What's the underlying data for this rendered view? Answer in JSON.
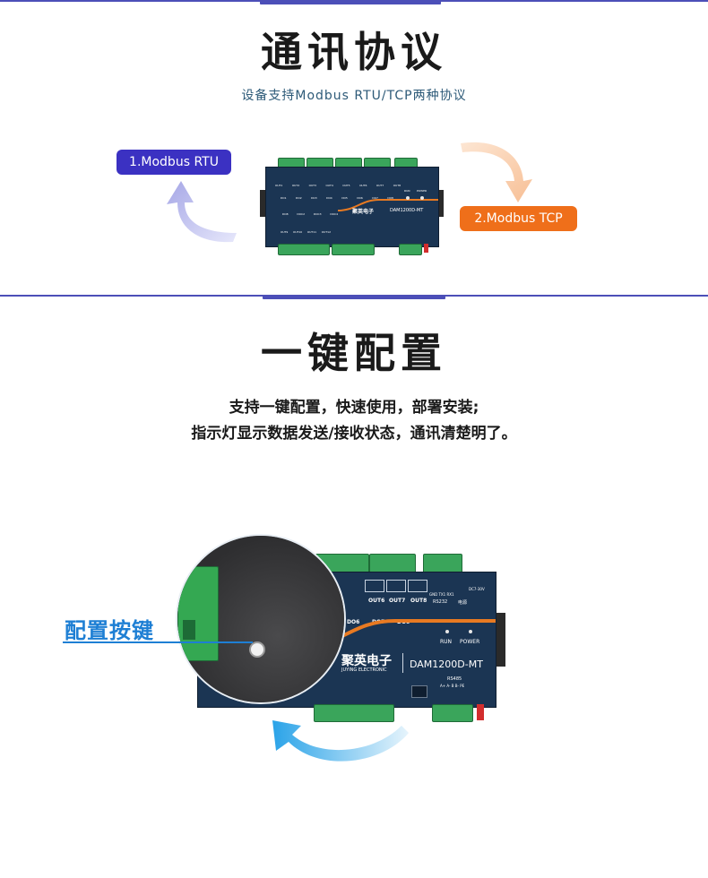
{
  "section1": {
    "title": "通讯协议",
    "subtitle": "设备支持Modbus RTU/TCP两种协议",
    "label_rtu": "1.Modbus RTU",
    "label_tcp": "2.Modbus TCP"
  },
  "section2": {
    "title": "一键配置",
    "desc_line1": "支持一键配置，快速使用，部署安装;",
    "desc_line2": "指示灯显示数据发送/接收状态，通讯清楚明了。",
    "button_label": "配置按键"
  },
  "device": {
    "brand_cn": "聚英电子",
    "brand_en": "JUYING ELECTRONIC",
    "model": "DAM1200D-MT",
    "small": {
      "outputs": [
        "OUT1",
        "OUT2",
        "OUT3",
        "OUT4",
        "OUT5",
        "OUT6",
        "OUT7",
        "OUT8"
      ],
      "do_labels": [
        "DO1",
        "DO2",
        "DO3",
        "DO4",
        "DO5",
        "DO6",
        "DO7",
        "DO8"
      ],
      "doc_labels": [
        "DO8",
        "DOC2",
        "DOC3",
        "DOC4"
      ],
      "bottom_outs": [
        "OUT9",
        "OUT10",
        "OUT11",
        "OUT12"
      ],
      "run": "RUN",
      "power": "POWER"
    },
    "large": {
      "outputs": [
        "OUT6",
        "OUT7",
        "OUT8"
      ],
      "do_labels": [
        "DO6",
        "DO7",
        "DO8"
      ],
      "port_header": "GND TX1 RX1",
      "rs232": "RS232",
      "power_cn": "电源",
      "dc": "DC7-30V",
      "run": "RUN",
      "power": "POWER",
      "rs485": "RS485",
      "rs485_pins": "A+  A-  B  B-  PE"
    }
  },
  "colors": {
    "accent_purple": "#4c4fb8",
    "rtu_pill": "#3b31c2",
    "tcp_pill": "#ef6f1a",
    "button_label": "#1e7fd4"
  }
}
